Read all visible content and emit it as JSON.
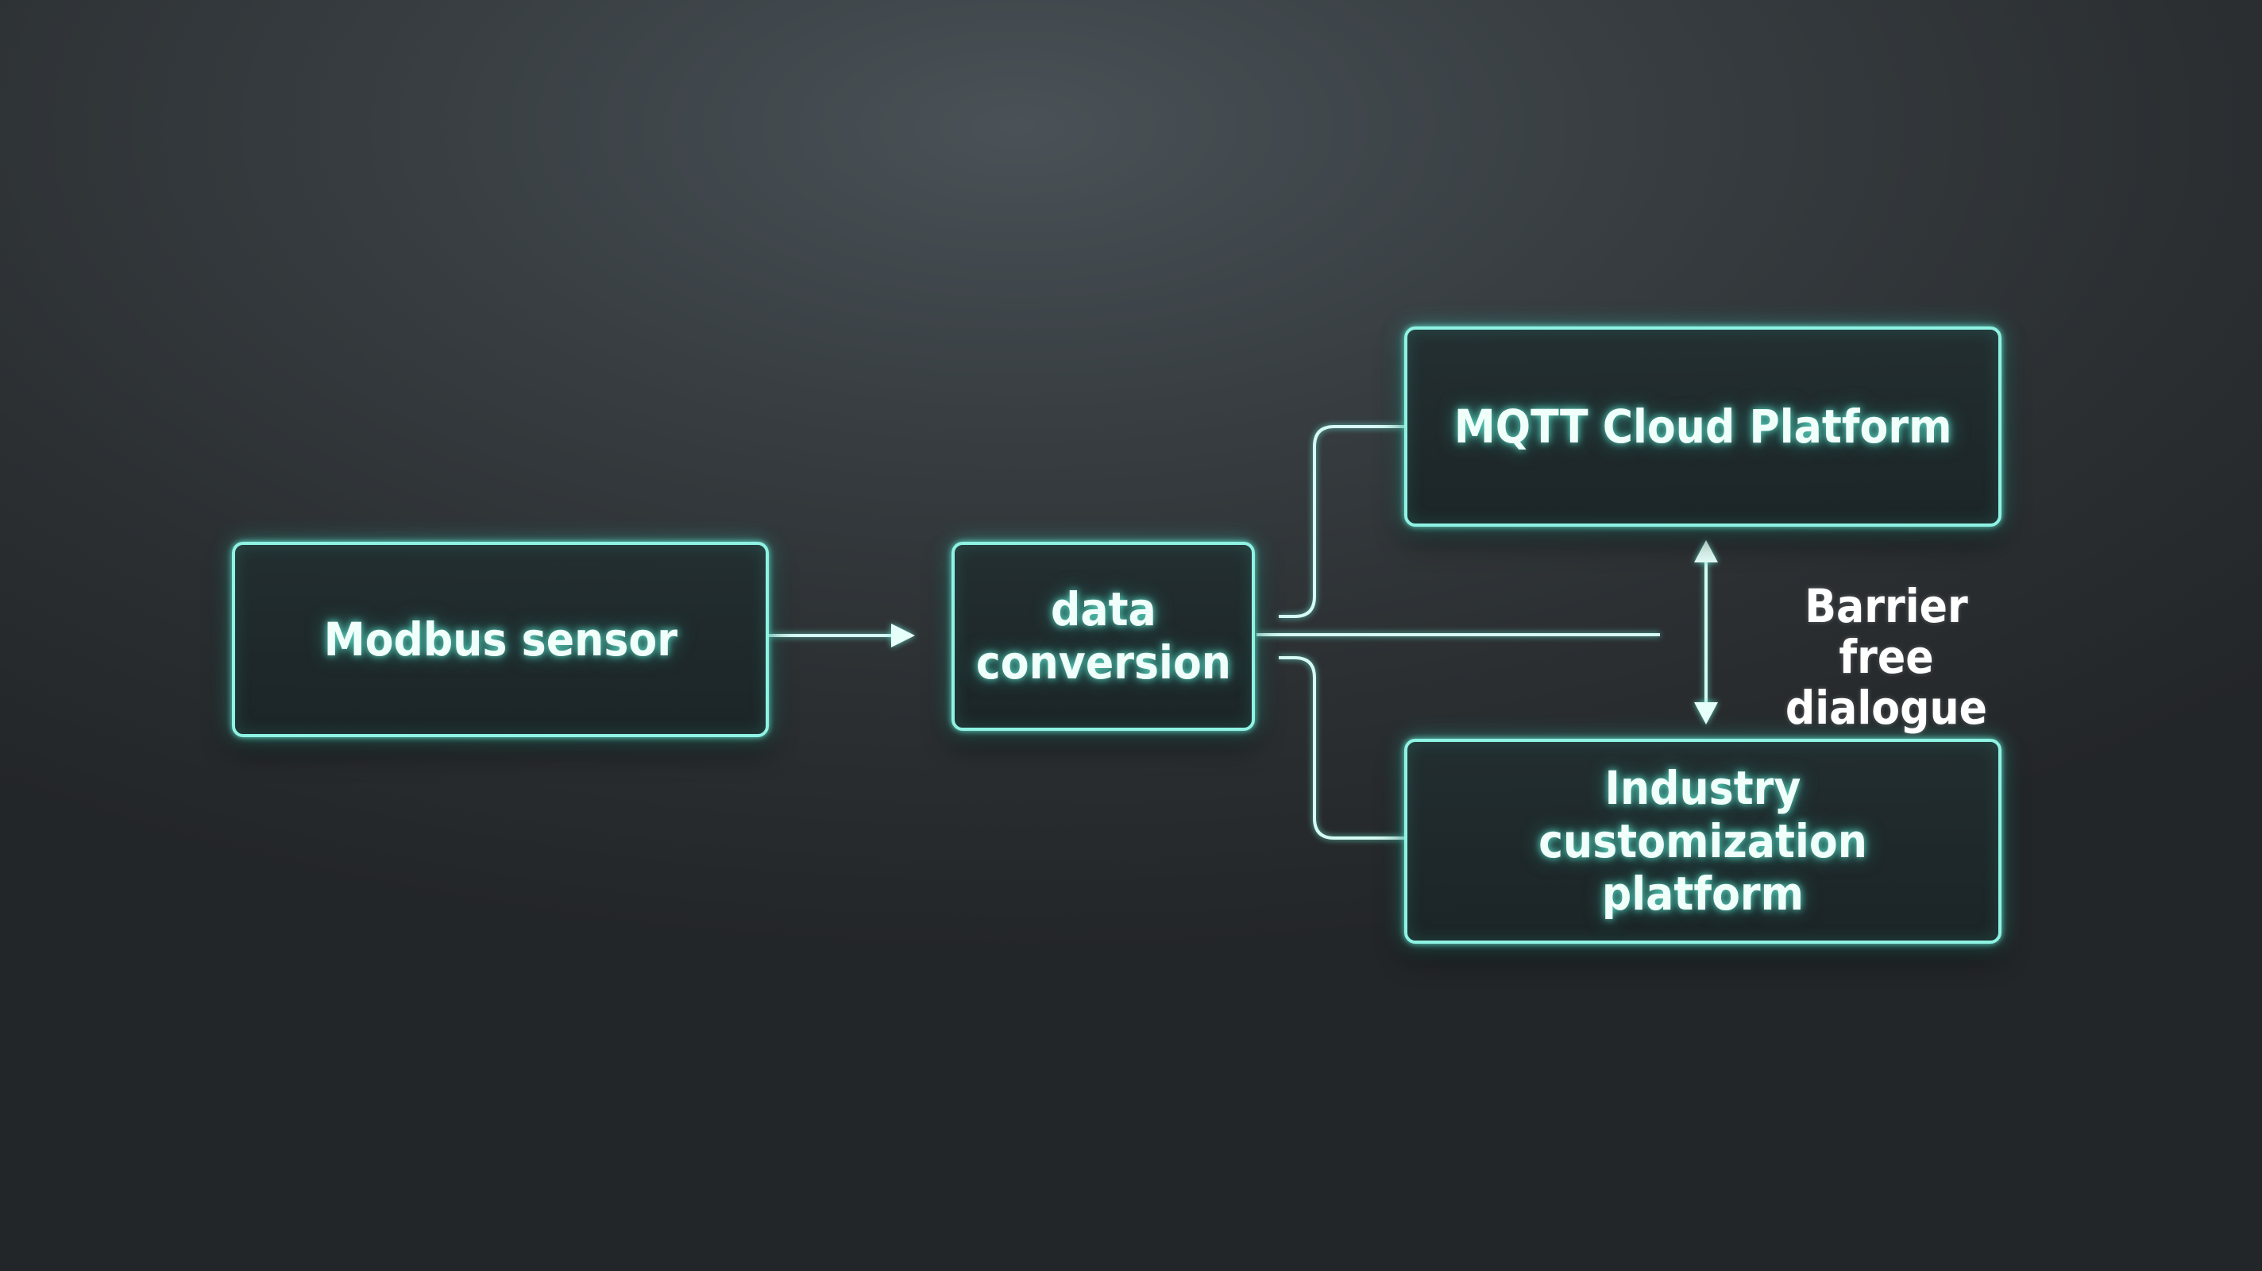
{
  "nodes": {
    "modbus_sensor": "Modbus sensor",
    "data_conversion": "data\nconversion",
    "mqtt_platform": "MQTT Cloud Platform",
    "industry_platform": "Industry customization\nplatform"
  },
  "edge_labels": {
    "bidirectional": "Barrier free\ndialogue"
  },
  "colors": {
    "background": "#2f3437",
    "accent_glow": "#8ff3e4",
    "text": "#f1fffb"
  }
}
